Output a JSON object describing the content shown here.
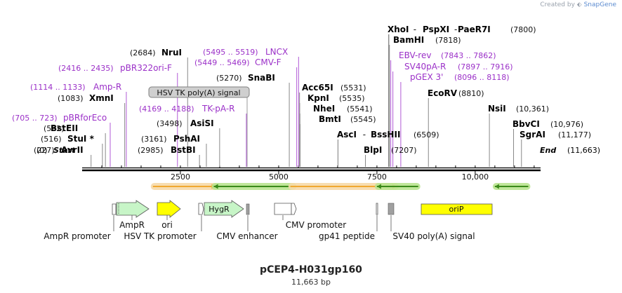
{
  "branding": {
    "created_by": "Created by",
    "app": "SnapGene"
  },
  "plasmid": {
    "name": "pCEP4-H031gp160",
    "size": "11,663 bp",
    "length": 11663
  },
  "ruler": {
    "ticks": [
      2500,
      5000,
      7500,
      10000
    ],
    "tick_labels": [
      "2500",
      "5000",
      "7500",
      "10,000"
    ],
    "start_label": "Start",
    "start_pos": "(0)",
    "end_label": "End",
    "end_pos": "(11,663)"
  },
  "sites_left": [
    {
      "name": "AvrII",
      "pos": "(227)",
      "bp": 227,
      "style": "enzyme"
    },
    {
      "name": "StuI *",
      "pos": "(516)",
      "bp": 516,
      "style": "enzyme"
    },
    {
      "name": "BstEII",
      "pos": "(592)",
      "bp": 592,
      "style": "enzyme"
    },
    {
      "name": "pBRforEco",
      "pos": "(705 .. 723)",
      "bp": 714,
      "style": "primer"
    },
    {
      "name": "XmnI",
      "pos": "(1083)",
      "bp": 1083,
      "style": "enzyme"
    },
    {
      "name": "Amp-R",
      "pos": "(1114 .. 1133)",
      "bp": 1124,
      "style": "primer"
    },
    {
      "name": "pBR322ori-F",
      "pos": "(2416 .. 2435)",
      "bp": 2425,
      "style": "primer"
    },
    {
      "name": "NruI",
      "pos": "(2684)",
      "bp": 2684,
      "style": "enzyme"
    },
    {
      "name": "BstBI",
      "pos": "(2985)",
      "bp": 2985,
      "style": "enzyme"
    },
    {
      "name": "PshAI",
      "pos": "(3161)",
      "bp": 3161,
      "style": "enzyme"
    },
    {
      "name": "AsiSI",
      "pos": "(3498)",
      "bp": 3498,
      "style": "enzyme"
    },
    {
      "name": "TK-pA-R",
      "pos": "(4169 .. 4188)",
      "bp": 4178,
      "style": "primer"
    },
    {
      "name": "SnaBI",
      "pos": "(5270)",
      "bp": 5270,
      "style": "enzyme"
    },
    {
      "name": "CMV-F",
      "pos": "(5449 .. 5469)",
      "bp": 5459,
      "style": "primer"
    },
    {
      "name": "LNCX",
      "pos": "(5495 .. 5519)",
      "bp": 5507,
      "style": "primer"
    }
  ],
  "sites_right": [
    {
      "name": "Acc65I",
      "pos": "(5531)",
      "bp": 5531,
      "style": "enzyme"
    },
    {
      "name": "KpnI",
      "pos": "(5535)",
      "bp": 5535,
      "style": "enzyme"
    },
    {
      "name": "NheI",
      "pos": "(5541)",
      "bp": 5541,
      "style": "enzyme"
    },
    {
      "name": "BmtI",
      "pos": "(5545)",
      "bp": 5545,
      "style": "enzyme"
    },
    {
      "name": "AscI",
      "pos": "",
      "bp": 6509,
      "style": "enzyme"
    },
    {
      "name": "BssHII",
      "pos": "(6509)",
      "bp": 6509,
      "style": "enzyme"
    },
    {
      "name": "BlpI",
      "pos": "(7207)",
      "bp": 7207,
      "style": "enzyme"
    },
    {
      "name": "XhoI",
      "pos": "",
      "bp": 7800,
      "style": "enzyme"
    },
    {
      "name": "PspXI",
      "pos": "",
      "bp": 7800,
      "style": "enzyme"
    },
    {
      "name": "PaeR7I",
      "pos": "(7800)",
      "bp": 7800,
      "style": "enzyme"
    },
    {
      "name": "BamHI",
      "pos": "(7818)",
      "bp": 7818,
      "style": "enzyme"
    },
    {
      "name": "EBV-rev",
      "pos": "(7843 .. 7862)",
      "bp": 7852,
      "style": "primer"
    },
    {
      "name": "SV40pA-R",
      "pos": "(7897 .. 7916)",
      "bp": 7906,
      "style": "primer"
    },
    {
      "name": "pGEX 3'",
      "pos": "(8096 .. 8118)",
      "bp": 8107,
      "style": "primer"
    },
    {
      "name": "EcoRV",
      "pos": "(8810)",
      "bp": 8810,
      "style": "enzyme"
    },
    {
      "name": "NsiI",
      "pos": "(10,361)",
      "bp": 10361,
      "style": "enzyme"
    },
    {
      "name": "BbvCI",
      "pos": "(10,976)",
      "bp": 10976,
      "style": "enzyme"
    },
    {
      "name": "SgrAI",
      "pos": "(11,177)",
      "bp": 11177,
      "style": "enzyme"
    }
  ],
  "feature_label_box": {
    "text": "HSV TK poly(A) signal"
  },
  "orf_arrows": [
    {
      "start": 1800,
      "end": 3400,
      "strand": "+"
    },
    {
      "start": 3350,
      "end": 5400,
      "strand": "-"
    },
    {
      "start": 5300,
      "end": 8000,
      "strand": "+"
    },
    {
      "start": 7500,
      "end": 8550,
      "strand": "-"
    },
    {
      "start": 10500,
      "end": 11350,
      "strand": "-"
    }
  ],
  "features": [
    {
      "label": "AmpR promoter",
      "kind": "promoter"
    },
    {
      "label": "AmpR",
      "kind": "gene"
    },
    {
      "label": "ori",
      "kind": "origin"
    },
    {
      "label": "HSV TK promoter",
      "kind": "promoter"
    },
    {
      "label": "HygR",
      "kind": "gene"
    },
    {
      "label": "CMV enhancer",
      "kind": "enhancer"
    },
    {
      "label": "CMV promoter",
      "kind": "promoter"
    },
    {
      "label": "gp41 peptide",
      "kind": "peptide"
    },
    {
      "label": "SV40 poly(A) signal",
      "kind": "terminator"
    },
    {
      "label": "oriP",
      "kind": "origin"
    }
  ],
  "colors": {
    "enzyme": "#000000",
    "primer": "#9b30c8",
    "orf_fill": "#f0a830",
    "orf_glow": "#f6d9a8",
    "orf_rev_glow": "#b9e38f",
    "orf_rev_fill": "#3a8a1a",
    "gene": "#c7f5c7",
    "origin": "#ffff00",
    "terminator": "#a0a0a0"
  }
}
